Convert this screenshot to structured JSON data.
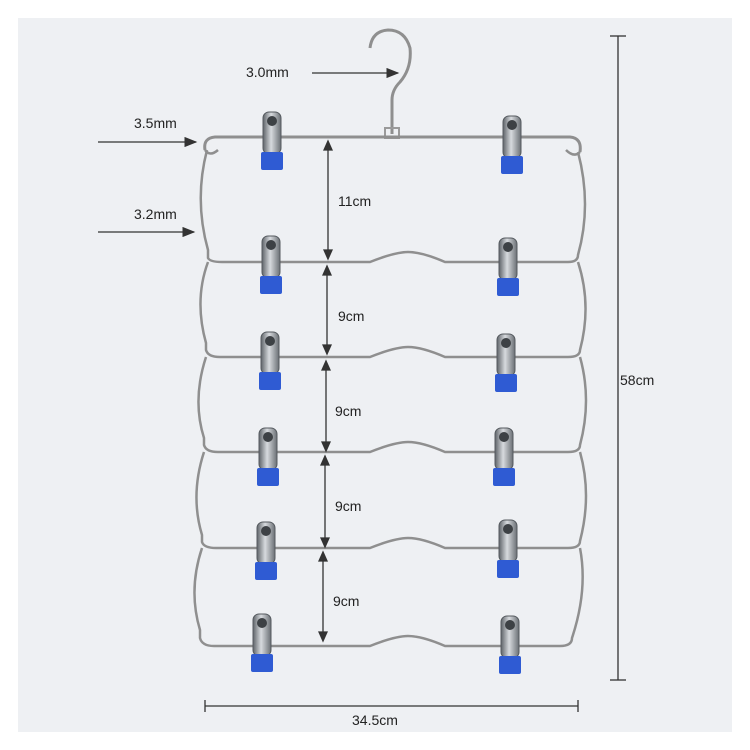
{
  "diagram": {
    "wire_thickness": {
      "hook": "3.0mm",
      "top_bar": "3.5mm",
      "tier_wire": "3.2mm"
    },
    "tier_gaps": [
      "11cm",
      "9cm",
      "9cm",
      "9cm",
      "9cm"
    ],
    "total_height": "58cm",
    "total_width": "34.5cm"
  },
  "colors": {
    "background": "#eef0f3",
    "wire": "#8f8f8f",
    "clip_metal": "#9aa0a6",
    "clip_pad": "#2f5bd3",
    "dimension_line": "#333333"
  }
}
